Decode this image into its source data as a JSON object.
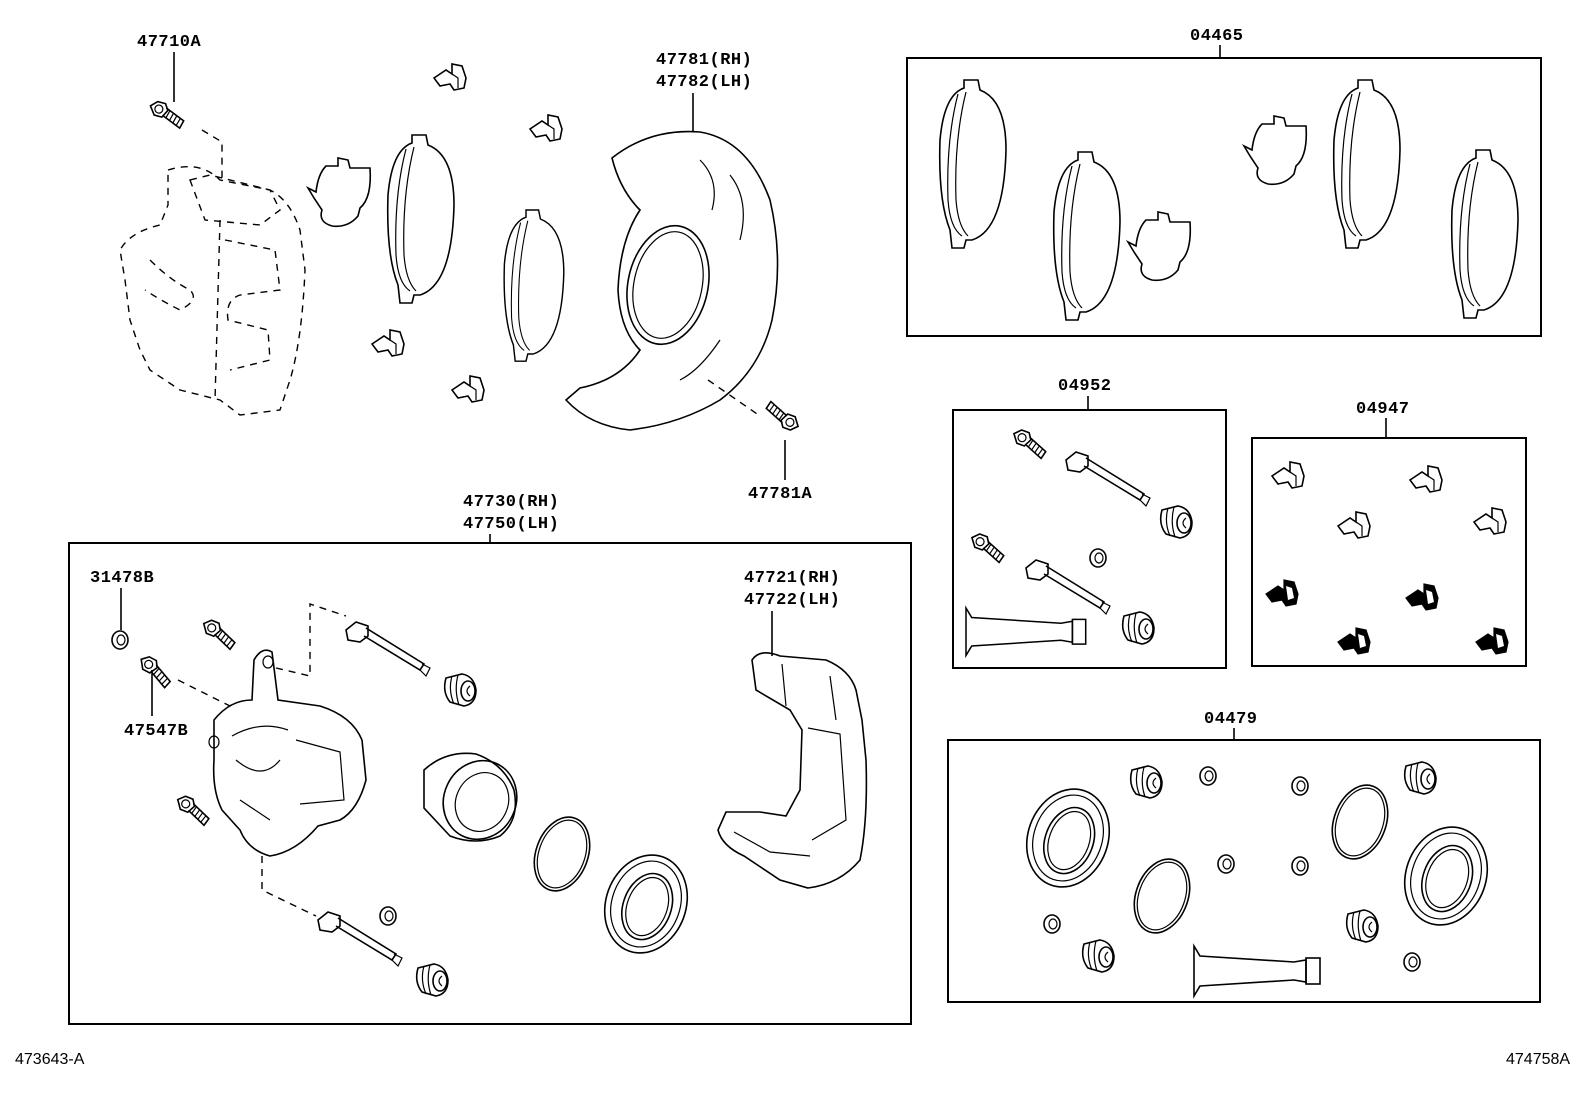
{
  "diagram": {
    "title": "Front disc brake caliper & dust cover exploded parts diagram",
    "labels": {
      "bolt_caliper_mount": "47710A",
      "dust_cover_rh": "47781(RH)",
      "dust_cover_lh": "47782(LH)",
      "dust_cover_bolt": "47781A",
      "pad_kit": "04465",
      "caliper_assy_rh": "47730(RH)",
      "caliper_assy_lh": "47750(LH)",
      "bleeder_cap": "31478B",
      "bleeder_plug": "47547B",
      "mounting_rh": "47721(RH)",
      "mounting_lh": "47722(LH)",
      "pin_kit": "04952",
      "fitting_kit": "04947",
      "cylinder_kit": "04479"
    },
    "footer": {
      "left_ref": "473643-A",
      "right_ref": "474758A"
    },
    "icons": {
      "bolt": "hex-bolt-icon",
      "pad": "brake-pad-icon",
      "shim": "anti-squeal-shim-icon",
      "clip": "pad-support-clip-icon",
      "boot": "dust-boot-icon",
      "seal": "piston-seal-icon",
      "grease": "grease-tube-icon",
      "piston": "piston-icon"
    }
  }
}
